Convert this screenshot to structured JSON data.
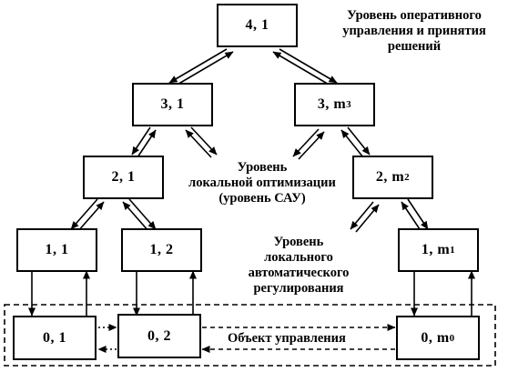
{
  "boxes": {
    "n41": {
      "main": "4, 1",
      "sub": ""
    },
    "n31": {
      "main": "3, 1",
      "sub": ""
    },
    "n3m": {
      "main": "3, m",
      "sub": "3"
    },
    "n21": {
      "main": "2, 1",
      "sub": ""
    },
    "n2m": {
      "main": "2, m",
      "sub": "2"
    },
    "n11": {
      "main": "1, 1",
      "sub": ""
    },
    "n12": {
      "main": "1, 2",
      "sub": ""
    },
    "n1m": {
      "main": "1, m",
      "sub": "1"
    },
    "n01": {
      "main": "0, 1",
      "sub": ""
    },
    "n02": {
      "main": "0, 2",
      "sub": ""
    },
    "n0m": {
      "main": "0, m",
      "sub": "0"
    }
  },
  "captions": {
    "level_operational": [
      "Уровень оперативного",
      "управления и принятия",
      "решений"
    ],
    "level_local_opt": [
      "Уровень",
      "локальной оптимизации",
      "(уровень САУ)"
    ],
    "level_local_reg": [
      "Уровень",
      "локального",
      "автоматического",
      "регулирования"
    ],
    "control_object": "Объект управления"
  }
}
